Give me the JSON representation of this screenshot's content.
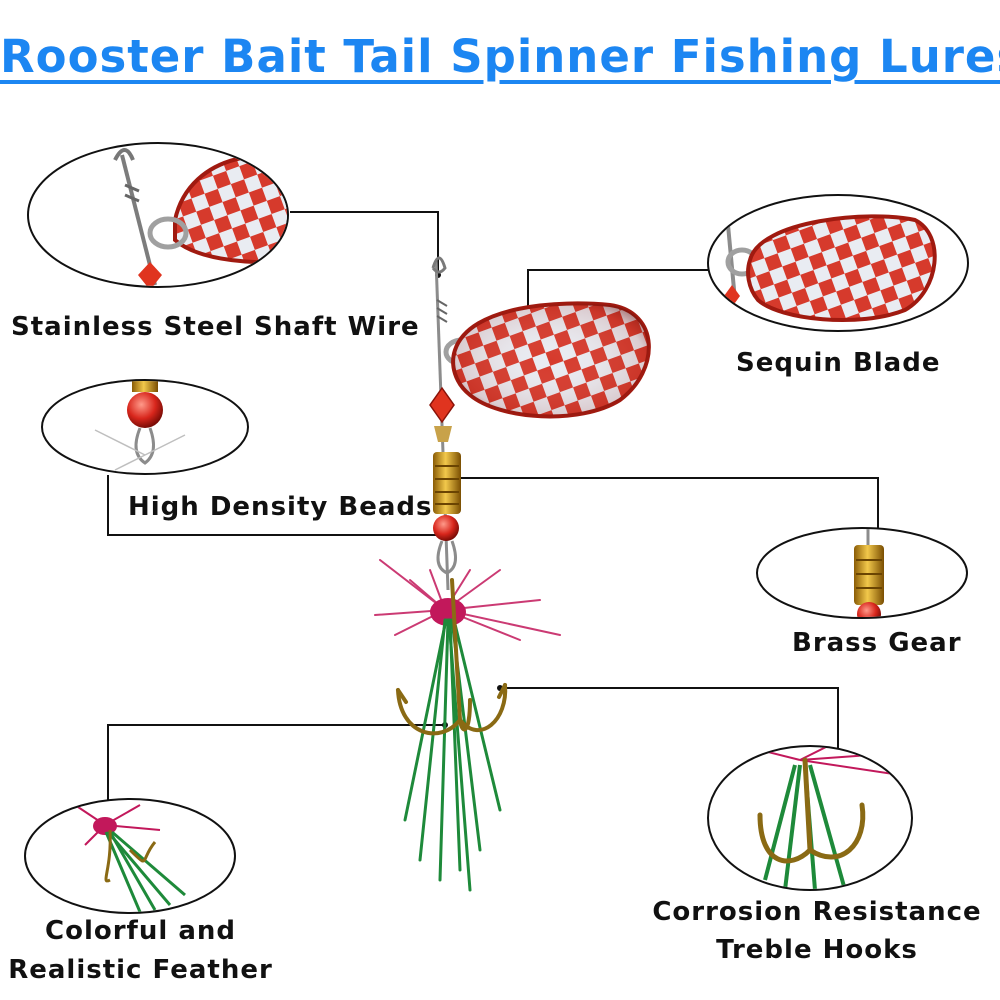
{
  "title": "Rooster Bait Tail Spinner Fishing Lures",
  "labels": {
    "shaft": "Stainless Steel Shaft Wire",
    "blade": "Sequin Blade",
    "beads": "High Density Beads",
    "gear": "Brass Gear",
    "feather_line1": "Colorful and",
    "feather_line2": "Realistic Feather",
    "hooks_line1": "Corrosion Resistance",
    "hooks_line2": "Treble Hooks"
  },
  "colors": {
    "title": "#1c86f2",
    "blade_red": "#c8261c",
    "brass": "#c9961a",
    "feather_pink": "#c2185b",
    "feather_green": "#1e8a3a"
  }
}
